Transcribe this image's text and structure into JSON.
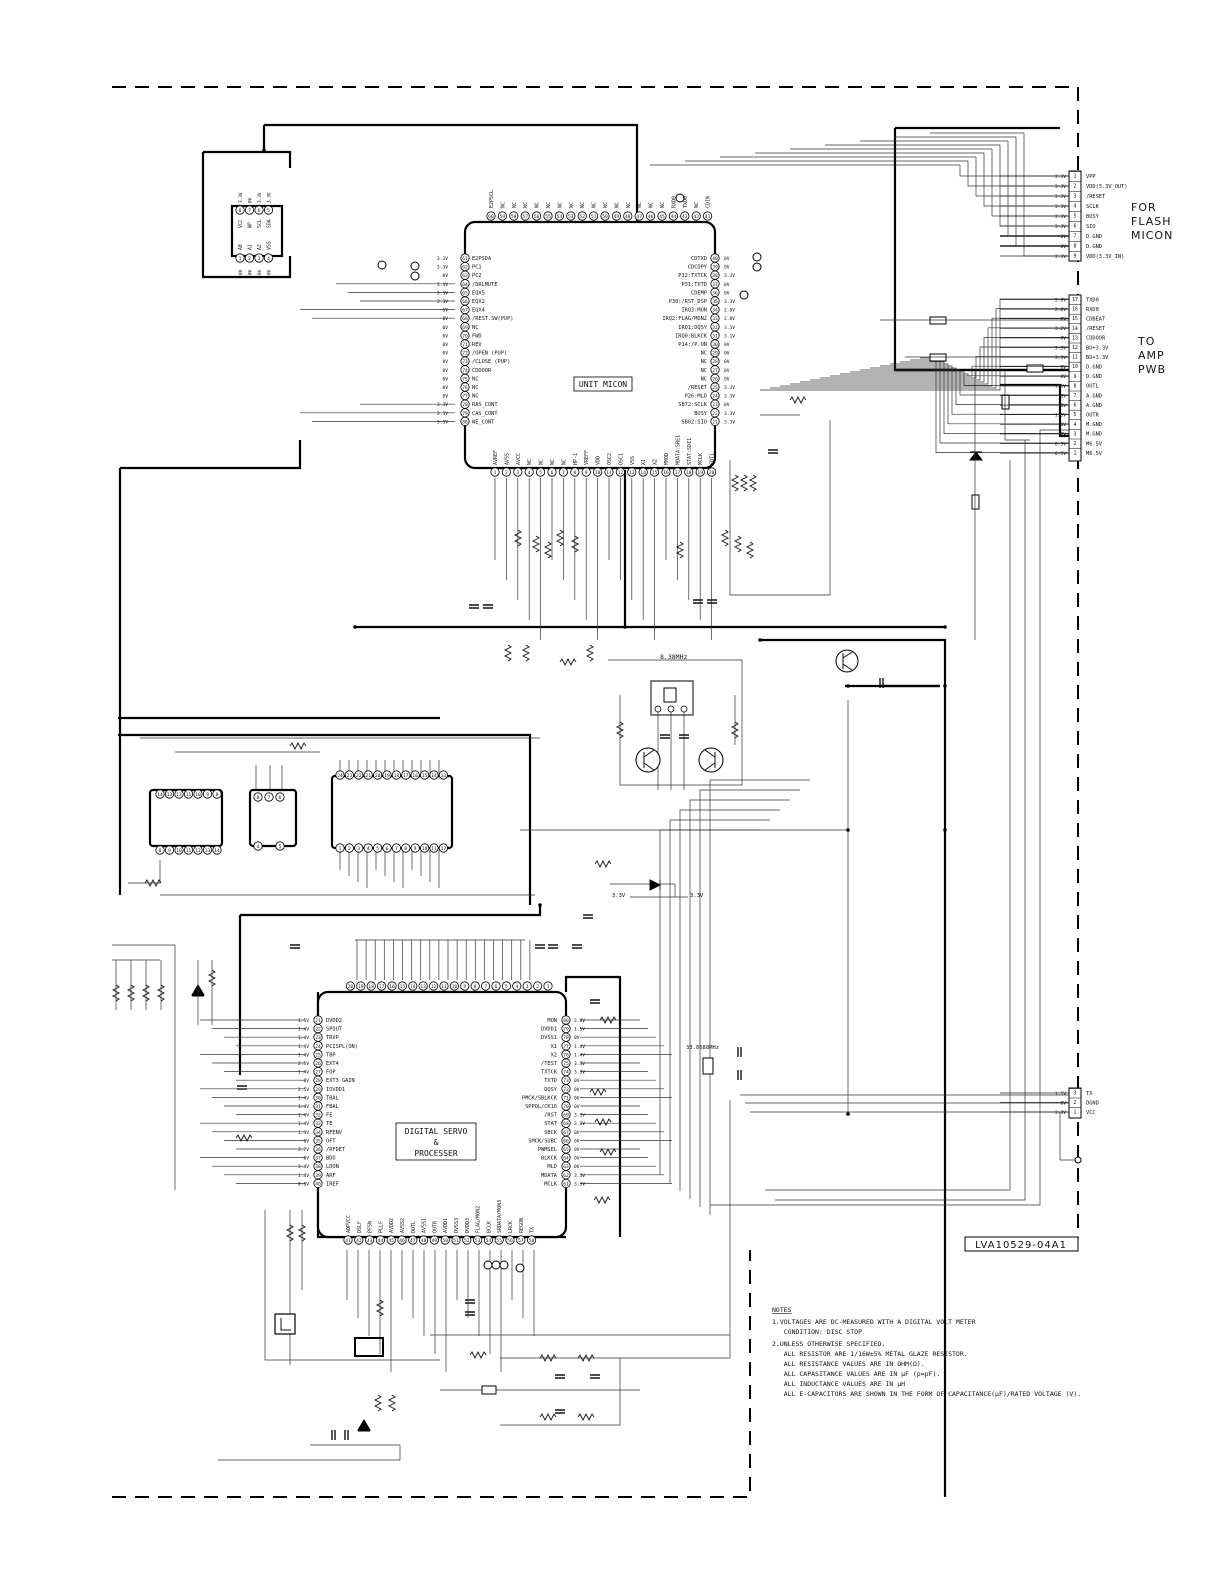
{
  "unit_micon": {
    "title": "UNIT MICON",
    "top_pins": [
      "E2PSCL",
      "NC",
      "NC",
      "NC",
      "NC",
      "NC",
      "NC",
      "NC",
      "NC",
      "NC",
      "NC",
      "NC",
      "NC",
      "NC",
      "NC",
      "NC",
      "RXD0",
      "TXD0",
      "NC",
      "CDIN"
    ],
    "left_pins": [
      "E2PSDA",
      "PC1",
      "PC2",
      "/DRLMUTE",
      "EQX5",
      "EQX2",
      "EQX4",
      "/REST.SW(PUP)",
      "NC",
      "FWD",
      "REV",
      "/OPEN (PUP)",
      "/CLOSE (PUP)",
      "CDDOOR",
      "NC",
      "NC",
      "NC",
      "RAS_CONT",
      "CAS_CONT",
      "WE_CONT"
    ],
    "left_volts": [
      "3.3V",
      "3.3V",
      "0V",
      "3.3V",
      "3.3V",
      "3.3V",
      "0V",
      "0V",
      "0V",
      "0V",
      "0V",
      "0V",
      "0V",
      "0V",
      "0V",
      "0V",
      "0V",
      "3.3V",
      "3.3V",
      "3.3V"
    ],
    "right_pins": [
      "CDTXD",
      "CDCOPY",
      "P32:TXTCK",
      "P31:TXTD",
      "CDEMP",
      "P30:/RST_DSP",
      "IRQ3:MON",
      "IRQ2:FLAG/MON2",
      "IRQ1:DQSY",
      "IRQ0:BLKCK",
      "P14:/P.ON",
      "NC",
      "NC",
      "NC",
      "NC",
      "/RESET",
      "P26:MLD",
      "SB72:SCLK",
      "BUSY",
      "SB02:SIO"
    ],
    "right_volts": [
      "0V",
      "0V",
      "3.3V",
      "0V",
      "0V",
      "3.3V",
      "2.8V",
      "2.8V",
      "3.3V",
      "3.1V",
      "0V",
      "0V",
      "0V",
      "0V",
      "0V",
      "3.3V",
      "3.3V",
      "0V",
      "3.3V",
      "3.3V"
    ],
    "bottom_pins": [
      "AVREF",
      "AVSS",
      "AVCC",
      "NC",
      "NC",
      "NC",
      "NC",
      "HP-1",
      "VREFF",
      "VDD",
      "OSC2",
      "OSC1",
      "VSS",
      "X1",
      "X2",
      "MMOD",
      "MDATA:SRE1",
      "STAT:SDI1",
      "MCLK",
      "SDT1"
    ]
  },
  "dsp": {
    "title_lines": [
      "DIGITAL SERVO",
      "&",
      "PROCESSER"
    ],
    "left_pins": [
      "DVDD2",
      "SPOUT",
      "TRVP",
      "PCISPL(ON)",
      "TBP",
      "EXT4",
      "FOP",
      "EXT3 GAIN",
      "IOVDD1",
      "TBAL",
      "FBAL",
      "FE",
      "TE",
      "RFENV",
      "OFT",
      "/RFDET",
      "BDO",
      "LDON",
      "ARF",
      "IREF"
    ],
    "left_volts": [
      "1.5V",
      "1.4V",
      "1.4V",
      "1.4V",
      "1.4V",
      "2.5V",
      "1.4V",
      "0V",
      "2.5V",
      "1.4V",
      "1.4V",
      "1.4V",
      "1.4V",
      "1.4V",
      "0V",
      "3.7V",
      "0V",
      "3.4V",
      "1.4V",
      "0.8V"
    ],
    "right_pins": [
      "MON",
      "DVDD1",
      "DVSS1",
      "X1",
      "X2",
      "/TEST",
      "TXTCK",
      "TXTD",
      "DQSY",
      "PMCK/SBLKCK",
      "SPPOL/CK16",
      "/RST",
      "STAT",
      "SBCK",
      "SMCK/SUBC",
      "PWMSEL",
      "BLKCK",
      "MLD",
      "MDATA",
      "MCLK"
    ],
    "right_volts": [
      "2.8V",
      "1.5V",
      "0V",
      "1.4V",
      "1.4V",
      "3.3V",
      "3.3V",
      "0V",
      "0V",
      "0V",
      "0V",
      "3.3V",
      "3.3V",
      "0V",
      "0V",
      "0V",
      "0V",
      "0V",
      "3.3V",
      "3.3V"
    ],
    "bottom_pins": [
      "ADPVCC",
      "DSLF",
      "PFSN",
      "PLLF",
      "AVDD2",
      "AVSS2",
      "DUTL",
      "AVSS1",
      "OUTR",
      "AVDD1",
      "DVSS3",
      "DVDD3",
      "FLAG/MON2",
      "BCLK",
      "SRDATA/MON3",
      "LRCK",
      "REGON",
      "TX"
    ]
  },
  "connectors": {
    "flash": {
      "label_lines": [
        "FOR",
        "FLASH",
        "MICON"
      ],
      "pins": [
        {
          "no": "1",
          "name": "VPP",
          "volt": "3.3V"
        },
        {
          "no": "2",
          "name": "VDD(3.3V_OUT)",
          "volt": "3.3V"
        },
        {
          "no": "3",
          "name": "/RESET",
          "volt": "3.3V"
        },
        {
          "no": "4",
          "name": "SCLK",
          "volt": "3.3V"
        },
        {
          "no": "5",
          "name": "BUSY",
          "volt": "3.3V"
        },
        {
          "no": "6",
          "name": "SIO",
          "volt": "3.3V"
        },
        {
          "no": "7",
          "name": "D.GND",
          "volt": "0V"
        },
        {
          "no": "8",
          "name": "D.GND",
          "volt": "0V"
        },
        {
          "no": "9",
          "name": "VDD(3.3V_IN)",
          "volt": "3.3V"
        }
      ]
    },
    "amp": {
      "label_lines": [
        "TO",
        "AMP",
        "PWB"
      ],
      "pins": [
        {
          "no": "17",
          "name": "TXD0",
          "volt": "2.8V"
        },
        {
          "no": "16",
          "name": "RXD0",
          "volt": "2.8V"
        },
        {
          "no": "15",
          "name": "CDBEAT",
          "volt": "0V"
        },
        {
          "no": "14",
          "name": "/RESET",
          "volt": "3.2V"
        },
        {
          "no": "13",
          "name": "CDDOOR",
          "volt": "0V"
        },
        {
          "no": "12",
          "name": "BU+3.3V",
          "volt": "3.3V"
        },
        {
          "no": "11",
          "name": "BU+3.3V",
          "volt": "3.3V"
        },
        {
          "no": "10",
          "name": "D.GND",
          "volt": "0V"
        },
        {
          "no": "9",
          "name": "D.GND",
          "volt": "0V"
        },
        {
          "no": "8",
          "name": "OUTL",
          "volt": "1.5V"
        },
        {
          "no": "7",
          "name": "A.GND",
          "volt": "0V"
        },
        {
          "no": "6",
          "name": "A.GND",
          "volt": "0V"
        },
        {
          "no": "5",
          "name": "OUTR",
          "volt": "1.5V"
        },
        {
          "no": "4",
          "name": "M.GND",
          "volt": "0V"
        },
        {
          "no": "3",
          "name": "M.GND",
          "volt": "0V"
        },
        {
          "no": "2",
          "name": "M6.5V",
          "volt": "6.5V"
        },
        {
          "no": "1",
          "name": "M6.5V",
          "volt": "6.5V"
        }
      ]
    },
    "digital_out": {
      "pins": [
        {
          "no": "3",
          "name": "TX",
          "volt": "1.5V"
        },
        {
          "no": "2",
          "name": "DGND",
          "volt": "0V"
        },
        {
          "no": "1",
          "name": "VCC",
          "volt": "3.3V"
        }
      ]
    }
  },
  "eeprom": {
    "top_pins": [
      "VCC",
      "WP",
      "SCL",
      "SDA"
    ],
    "top_volts": [
      "3.3V",
      "0V",
      "3.3V",
      "3.3V"
    ],
    "bottom_pins": [
      "A0",
      "A1",
      "A2",
      "VSS"
    ],
    "bottom_volts": [
      "0V",
      "0V",
      "0V",
      "0V"
    ]
  },
  "labels": {
    "crystal": "8.38MHz",
    "crystal2": "33.8688MHz",
    "supply": "3.3V",
    "doc_code": "LVA10529-04A1"
  },
  "notes": {
    "heading": "NOTES",
    "lines": [
      "1.VOLTAGES ARE DC-MEASURED WITH A DIGITAL VOLT METER",
      "   CONDITION: DISC STOP",
      "2.UNLESS OTHERWISE SPECIFIED.",
      "   ALL RESISTOR ARE 1/16W±5% METAL GLAZE RESISTOR.",
      "   ALL RESISTANCE VALUES ARE IN OHM(Ω).",
      "   ALL CAPASITANCE VALUES ARE IN μF (p=pF).",
      "   ALL INDUCTANCE VALUES ARE IN μH",
      "   ALL E-CAPACITORS ARE SHOWN IN THE FORM OF CAPACITANCE(μF)/RATED VOLTAGE (V)."
    ]
  }
}
